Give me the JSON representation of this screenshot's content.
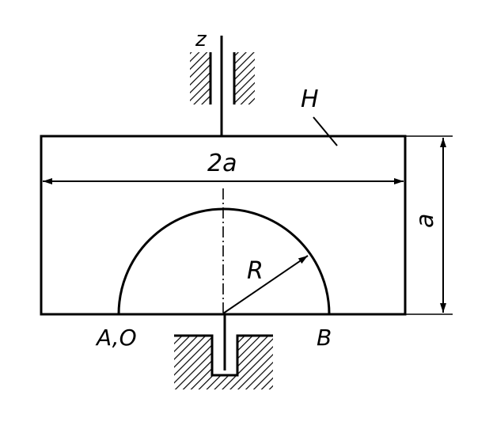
{
  "labels": {
    "axis_z": "z",
    "plate": "H",
    "width": "2a",
    "height": "a",
    "radius": "R",
    "point_left": "A,O",
    "point_right": "B"
  },
  "colors": {
    "ink": "#000000",
    "background": "#ffffff"
  }
}
